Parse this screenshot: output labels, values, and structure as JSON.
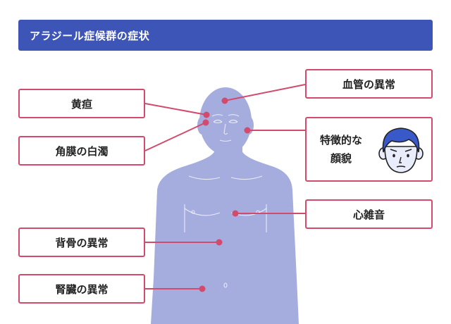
{
  "header": {
    "title": "アラジール症候群の症状"
  },
  "labels": {
    "left": [
      "黄疸",
      "角膜の白濁",
      "背骨の異常",
      "腎臓の異常"
    ],
    "right": [
      "血管の異常",
      "特徴的な\n顔貌",
      "心雑音"
    ]
  },
  "colors": {
    "header_bg": "#3d55b6",
    "accent": "#d24a6c",
    "body": "#a5addf",
    "face_hair": "#3a59c9",
    "face_skin": "#e9ecfb"
  },
  "icons": {
    "face": "boy-face-icon"
  }
}
